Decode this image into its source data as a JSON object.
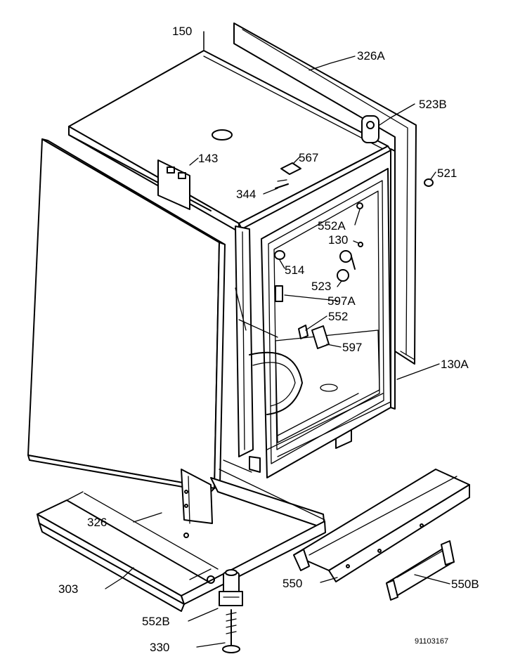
{
  "diagram": {
    "drawing_number": "91103167",
    "parts": [
      {
        "id": "p150",
        "label": "150"
      },
      {
        "id": "p326A",
        "label": "326A"
      },
      {
        "id": "p523B",
        "label": "523B"
      },
      {
        "id": "p143",
        "label": "143"
      },
      {
        "id": "p567",
        "label": "567"
      },
      {
        "id": "p521",
        "label": "521"
      },
      {
        "id": "p344",
        "label": "344"
      },
      {
        "id": "p552A",
        "label": "552A"
      },
      {
        "id": "p130",
        "label": "130"
      },
      {
        "id": "p514",
        "label": "514"
      },
      {
        "id": "p523",
        "label": "523"
      },
      {
        "id": "p597A",
        "label": "597A"
      },
      {
        "id": "p552",
        "label": "552"
      },
      {
        "id": "p597",
        "label": "597"
      },
      {
        "id": "p130A",
        "label": "130A"
      },
      {
        "id": "p326",
        "label": "326"
      },
      {
        "id": "p303",
        "label": "303"
      },
      {
        "id": "p550",
        "label": "550"
      },
      {
        "id": "p550B",
        "label": "550B"
      },
      {
        "id": "p552B",
        "label": "552B"
      },
      {
        "id": "p330",
        "label": "330"
      }
    ]
  }
}
